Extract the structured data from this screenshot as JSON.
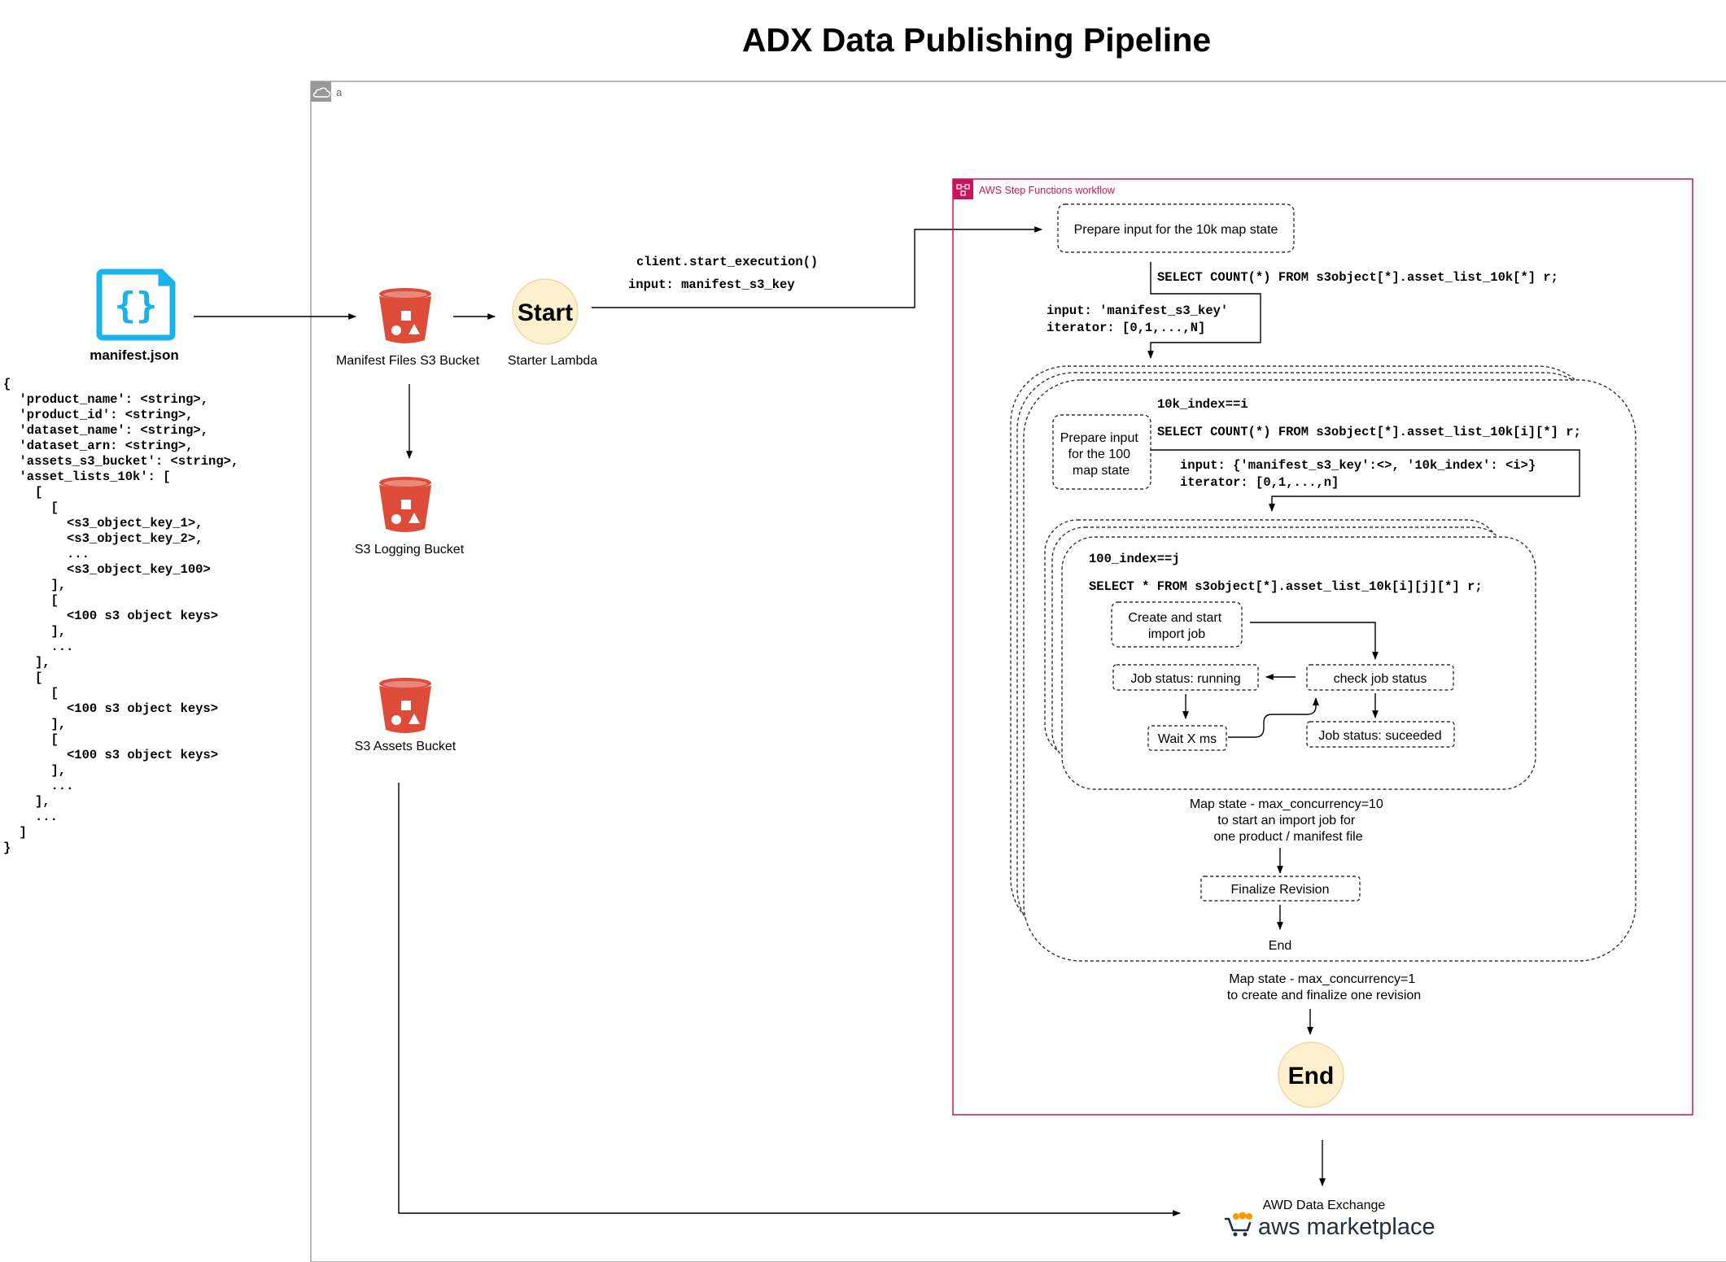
{
  "title": "ADX Data Publishing Pipeline",
  "colors": {
    "step_functions": "#C7145C",
    "bucket": "#DD4B39",
    "json_icon": "#1AB2E8",
    "state_circle_fill": "#FDF0CC",
    "state_circle_stroke": "#EBD9A6",
    "cloud_group_border": "#999999",
    "aws_orange": "#FF9900",
    "aws_navy": "#232F3E"
  },
  "cloud_group": {
    "label": "a",
    "icon": "cloud-icon"
  },
  "manifest": {
    "label": "manifest.json",
    "icon": "json-file-icon",
    "code_lines": [
      "{",
      "  'product_name': <string>,",
      "  'product_id': <string>,",
      "  'dataset_name': <string>,",
      "  'dataset_arn: <string>,",
      "  'assets_s3_bucket': <string>,",
      "  'asset_lists_10k': [",
      "    [",
      "      [",
      "        <s3_object_key_1>,",
      "        <s3_object_key_2>,",
      "        ...",
      "        <s3_object_key_100>",
      "      ],",
      "      [",
      "        <100 s3 object keys>",
      "      ],",
      "      ...",
      "    ],",
      "    [",
      "      [",
      "        <100 s3 object keys>",
      "      ],",
      "      [",
      "        <100 s3 object keys>",
      "      ],",
      "      ...",
      "    ],",
      "    ...",
      "  ]",
      "}"
    ]
  },
  "buckets": {
    "manifest": "Manifest Files S3 Bucket",
    "logging": "S3 Logging Bucket",
    "assets": "S3 Assets Bucket"
  },
  "starter": {
    "circle_label": "Start",
    "caption": "Starter Lambda"
  },
  "start_call": {
    "line1": "client.start_execution()",
    "line2": "input: manifest_s3_key"
  },
  "workflow": {
    "label": "AWS Step Functions workflow",
    "icon": "step-functions-icon",
    "prepare_10k": "Prepare input for the 10k map state",
    "sql_count_10k": "SELECT COUNT(*) FROM s3object[*].asset_list_10k[*] r;",
    "outer_input_line1": "input: 'manifest_s3_key'",
    "outer_input_line2": "iterator: [0,1,...,N]",
    "outer_map": {
      "index_label": "10k_index==i",
      "prepare_100": [
        "Prepare input",
        "for the 100",
        "map state"
      ],
      "sql_count_100": "SELECT COUNT(*) FROM s3object[*].asset_list_10k[i][*] r;",
      "input_line1": "input: {'manifest_s3_key':<>, '10k_index': <i>}",
      "input_line2": "iterator: [0,1,...,n]",
      "inner_map": {
        "index_label": "100_index==j",
        "sql_select": "SELECT * FROM s3object[*].asset_list_10k[i][j][*] r;",
        "create_job": [
          "Create and start",
          "import job"
        ],
        "check_status": "check job status",
        "job_running": "Job status: running",
        "wait": "Wait X ms",
        "job_succeeded": "Job status: suceeded"
      },
      "inner_caption": [
        "Map state - max_concurrency=10",
        "to start an import job for",
        "one product / manifest file"
      ],
      "finalize": "Finalize Revision",
      "end_label": "End"
    },
    "outer_caption": [
      "Map state - max_concurrency=1",
      "to create and finalize one revision"
    ],
    "end_circle": "End"
  },
  "exchange": {
    "label": "AWD Data Exchange",
    "logo_text": "aws marketplace",
    "icon": "aws-marketplace-cart-icon"
  }
}
